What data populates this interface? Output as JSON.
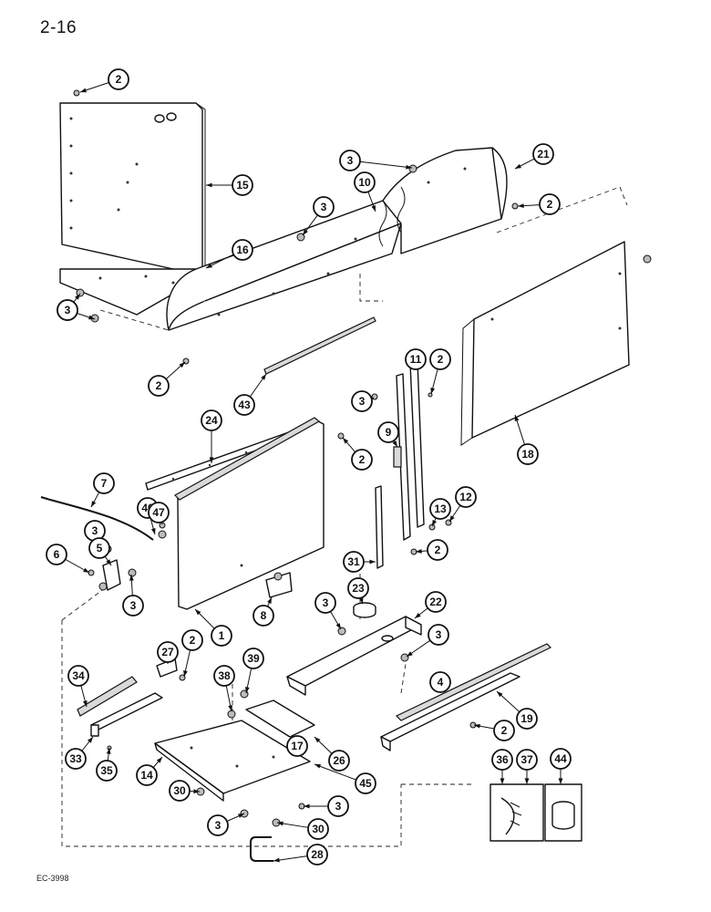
{
  "page_number": "2-16",
  "doc_code": "EC-3998",
  "callouts": [
    {
      "id": "c2a",
      "label": "2"
    },
    {
      "id": "c15",
      "label": "15"
    },
    {
      "id": "c16",
      "label": "16"
    },
    {
      "id": "c3a",
      "label": "3"
    },
    {
      "id": "c3b",
      "label": "3"
    },
    {
      "id": "c10",
      "label": "10"
    },
    {
      "id": "c3c",
      "label": "3"
    },
    {
      "id": "c21",
      "label": "21"
    },
    {
      "id": "c2b",
      "label": "2"
    },
    {
      "id": "c3d",
      "label": "3"
    },
    {
      "id": "c2c",
      "label": "2"
    },
    {
      "id": "c43",
      "label": "43"
    },
    {
      "id": "c24",
      "label": "24"
    },
    {
      "id": "c3e",
      "label": "3"
    },
    {
      "id": "c11",
      "label": "11"
    },
    {
      "id": "c2d",
      "label": "2"
    },
    {
      "id": "c9",
      "label": "9"
    },
    {
      "id": "c2e",
      "label": "2"
    },
    {
      "id": "c18",
      "label": "18"
    },
    {
      "id": "c7",
      "label": "7"
    },
    {
      "id": "c46",
      "label": "46"
    },
    {
      "id": "c47",
      "label": "47"
    },
    {
      "id": "c13",
      "label": "13"
    },
    {
      "id": "c12",
      "label": "12"
    },
    {
      "id": "c3f",
      "label": "3"
    },
    {
      "id": "c5",
      "label": "5"
    },
    {
      "id": "c6",
      "label": "6"
    },
    {
      "id": "c3g",
      "label": "3"
    },
    {
      "id": "c2f",
      "label": "2"
    },
    {
      "id": "c31",
      "label": "31"
    },
    {
      "id": "c23",
      "label": "23"
    },
    {
      "id": "c22",
      "label": "22"
    },
    {
      "id": "c1",
      "label": "1"
    },
    {
      "id": "c8",
      "label": "8"
    },
    {
      "id": "c3h",
      "label": "3"
    },
    {
      "id": "c3i",
      "label": "3"
    },
    {
      "id": "c4",
      "label": "4"
    },
    {
      "id": "c27",
      "label": "27"
    },
    {
      "id": "c2g",
      "label": "2"
    },
    {
      "id": "c39",
      "label": "39"
    },
    {
      "id": "c38",
      "label": "38"
    },
    {
      "id": "c34",
      "label": "34"
    },
    {
      "id": "c19",
      "label": "19"
    },
    {
      "id": "c2h",
      "label": "2"
    },
    {
      "id": "c33",
      "label": "33"
    },
    {
      "id": "c35",
      "label": "35"
    },
    {
      "id": "c17",
      "label": "17"
    },
    {
      "id": "c26",
      "label": "26"
    },
    {
      "id": "c14",
      "label": "14"
    },
    {
      "id": "c45",
      "label": "45"
    },
    {
      "id": "c36",
      "label": "36"
    },
    {
      "id": "c37",
      "label": "37"
    },
    {
      "id": "c44",
      "label": "44"
    },
    {
      "id": "c30a",
      "label": "30"
    },
    {
      "id": "c3j",
      "label": "3"
    },
    {
      "id": "c3k",
      "label": "3"
    },
    {
      "id": "c30b",
      "label": "30"
    },
    {
      "id": "c28",
      "label": "28"
    }
  ]
}
